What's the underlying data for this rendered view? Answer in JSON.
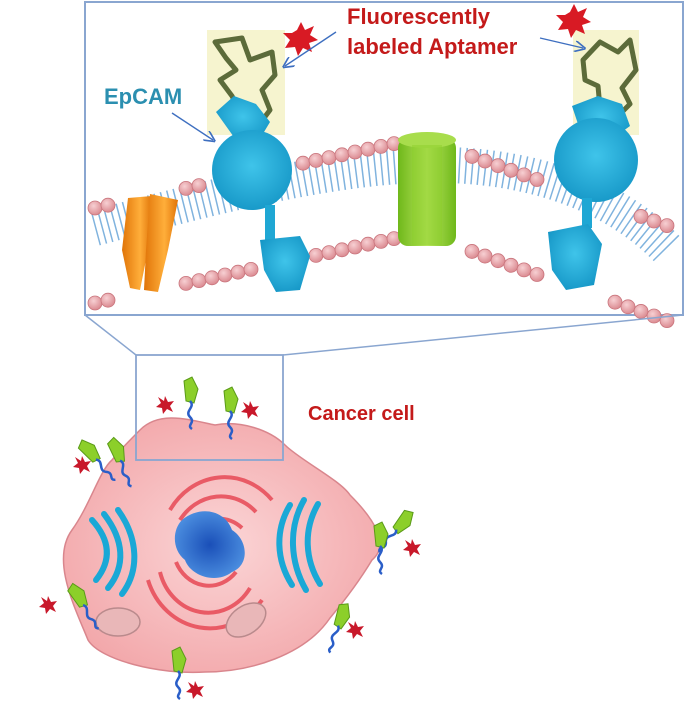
{
  "labels": {
    "aptamer_line1": "Fluorescently",
    "aptamer_line2": "labeled Aptamer",
    "epcam": "EpCAM",
    "cancer_cell": "Cancer cell"
  },
  "colors": {
    "label_red": "#c41a1a",
    "label_blue": "#2b8fb0",
    "frame_blue": "#8aa6d0",
    "head_pink": "#e9a3a8",
    "epcam_blue": "#24b2de",
    "channel_green": "#8ccf2a",
    "channel_orange": "#f08a10",
    "aptamer_olive": "#5c6b3a",
    "star_red": "#d81a24",
    "cell_pink": "#f6b2b4",
    "nucleus_blue": "#1a62c8"
  },
  "icons": [
    "fluorophore-star-icon",
    "aptamer-icon",
    "epcam-receptor-icon",
    "ion-channel-icon",
    "membrane-protein-icon"
  ]
}
